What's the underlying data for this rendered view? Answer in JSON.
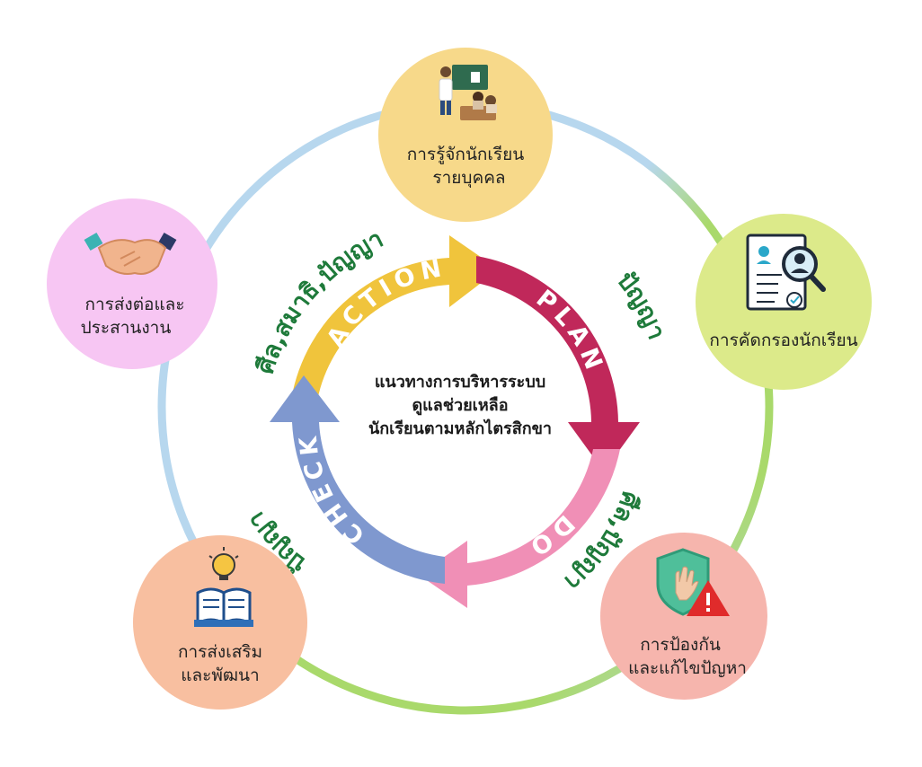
{
  "colors": {
    "ring": "#b5d6ea",
    "ring_green": "#a8d85a",
    "plan": "#c0285a",
    "do": "#f08fb6",
    "check": "#7f98cf",
    "action": "#f0c43c",
    "green_text": "#1e7a3a"
  },
  "center": {
    "line1": "แนวทางการบริหารระบบ",
    "line2": "ดูแลช่วยเหลือ",
    "line3": "นักเรียนตามหลักไตรสิกขา"
  },
  "cycle": {
    "plan": "PLAN",
    "do": "DO",
    "check": "CHECK",
    "action": "ACTION"
  },
  "outer_labels": {
    "plan": "ปัญญา",
    "do": "ศีล,ปัญญา",
    "check": "ปัญญา",
    "action": "ศีล,สมาธิ,ปัญญา"
  },
  "nodes": {
    "top": {
      "line1": "การรู้จักนักเรียน",
      "line2": "รายบุคคล",
      "color": "#f7d98a",
      "icon": "teacher-classroom-icon"
    },
    "right": {
      "line1": "การคัดกรองนักเรียน",
      "color": "#dcea8a",
      "icon": "screening-magnifier-icon"
    },
    "bottom_right": {
      "line1": "การป้องกัน",
      "line2": "และแก้ไขปัญหา",
      "color": "#f6b5ad",
      "icon": "shield-warning-icon"
    },
    "bottom_left": {
      "line1": "การส่งเสริม",
      "line2": "และพัฒนา",
      "color": "#f8bfa0",
      "icon": "book-lightbulb-icon"
    },
    "left": {
      "line1": "การส่งต่อและ",
      "line2": "ประสานงาน",
      "color": "#f7c6f3",
      "icon": "handshake-icon"
    }
  }
}
